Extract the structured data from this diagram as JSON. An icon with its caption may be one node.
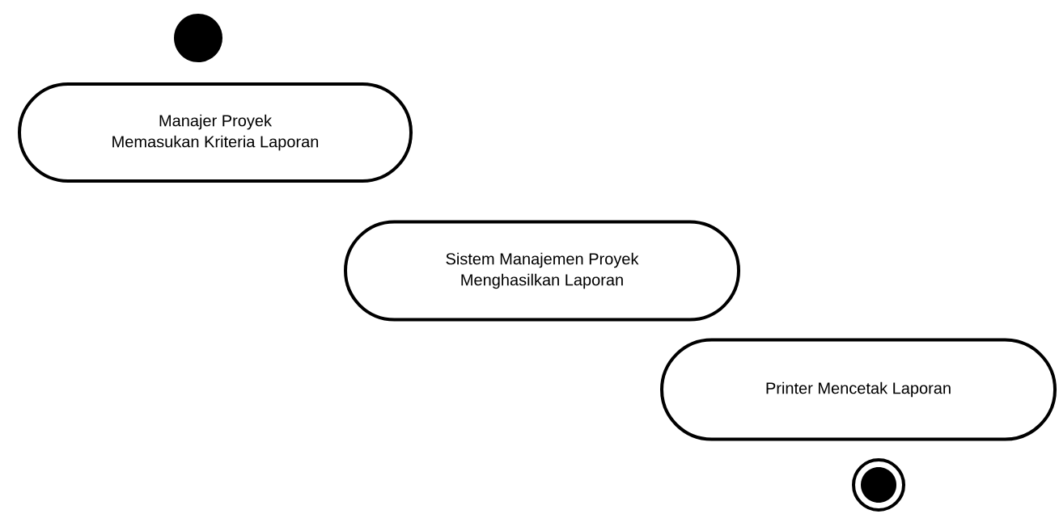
{
  "diagram": {
    "nodes": [
      {
        "text": [],
        "shape": "circle"
      },
      {
        "text": [
          "Manajer Proyek Memasukan Kriteria Laporan"
        ]
      },
      {
        "text": [
          "Sistem Manajemen Proyek Menghasilkan Laporan"
        ]
      },
      {
        "text": [
          "Printer Mencetak Laporan"
        ]
      },
      {
        "text": [],
        "shape": "bullseye"
      }
    ]
  }
}
